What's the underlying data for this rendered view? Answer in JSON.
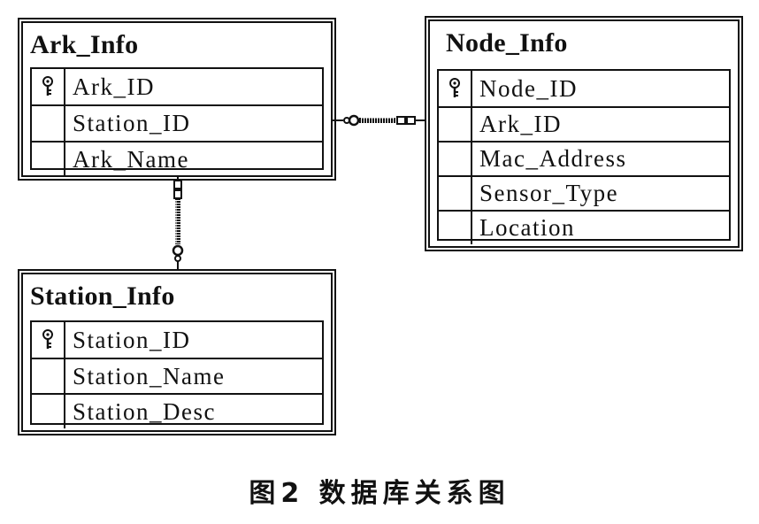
{
  "tables": {
    "ark_info": {
      "title": "Ark_Info",
      "fields": [
        {
          "name": "Ark_ID",
          "primary_key": true
        },
        {
          "name": "Station_ID",
          "primary_key": false
        },
        {
          "name": "Ark_Name",
          "primary_key": false
        }
      ]
    },
    "node_info": {
      "title": "Node_Info",
      "fields": [
        {
          "name": "Node_ID",
          "primary_key": true
        },
        {
          "name": "Ark_ID",
          "primary_key": false
        },
        {
          "name": "Mac_Address",
          "primary_key": false
        },
        {
          "name": "Sensor_Type",
          "primary_key": false
        },
        {
          "name": "Location",
          "primary_key": false
        }
      ]
    },
    "station_info": {
      "title": "Station_Info",
      "fields": [
        {
          "name": "Station_ID",
          "primary_key": true
        },
        {
          "name": "Station_Name",
          "primary_key": false
        },
        {
          "name": "Station_Desc",
          "primary_key": false
        }
      ]
    }
  },
  "relationships": [
    {
      "from": "Ark_Info",
      "to": "Node_Info"
    },
    {
      "from": "Station_Info",
      "to": "Ark_Info"
    }
  ],
  "caption": "图2  数据库关系图"
}
